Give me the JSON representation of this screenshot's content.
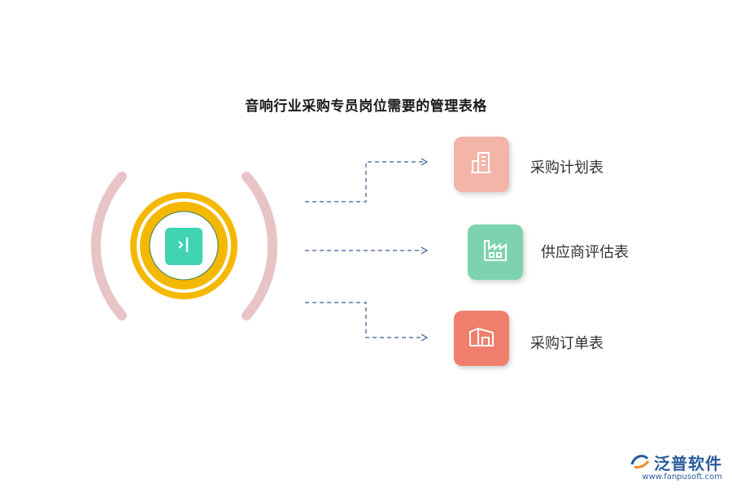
{
  "title": "音响行业采购专员岗位需要的管理表格",
  "items": [
    {
      "label": "采购计划表",
      "icon": "building-icon",
      "color": "#f2b5a8"
    },
    {
      "label": "供应商评估表",
      "icon": "factory-icon",
      "color": "#7dd3b0"
    },
    {
      "label": "采购订单表",
      "icon": "warehouse-icon",
      "color": "#ef7f6c"
    }
  ],
  "center": {
    "icon": "sidebar-toggle-icon",
    "color": "#3fd3b3",
    "ring_color": "#f5b800",
    "arc_color": "#e8c4c6"
  },
  "connector_color": "#3a5a9a",
  "logo": {
    "name": "泛普软件",
    "url": "www.fanpusoft.com",
    "icon": "logo-swirl-icon"
  }
}
